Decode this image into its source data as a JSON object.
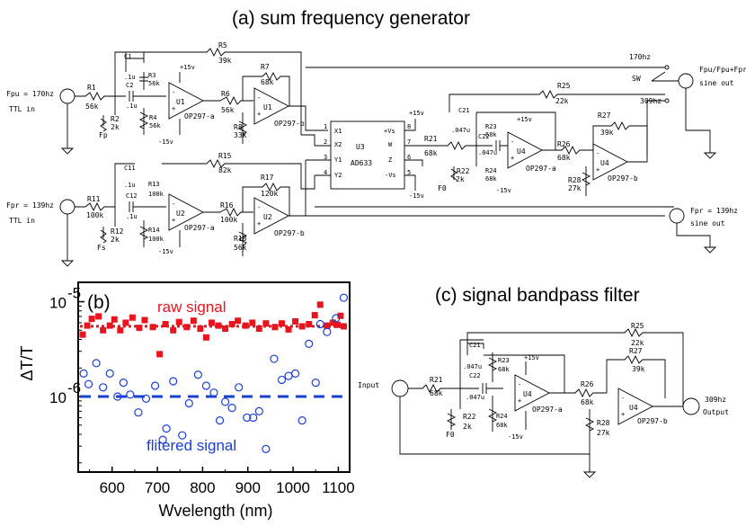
{
  "figure": {
    "title_a": "(a) sum frequency generator",
    "title_c": "(c) signal bandpass filter",
    "panel_b_label": "(b)"
  },
  "circuit_a": {
    "in1_label": "Fpu = 170hz",
    "in1_sub": "TTL in",
    "in2_label": "Fpr = 139hz",
    "in2_sub": "TTL in",
    "fp": "Fp",
    "fs": "Fs",
    "f0": "F0",
    "sw": "SW",
    "out_170": "170hz",
    "out_309": "309hz",
    "out_139": "139hz",
    "sine_out_top": "Fpu/Fpu+Fpr",
    "sine_out_top2": "sine out",
    "sine_out_bot": "Fpr = 139hz",
    "sine_out_bot2": "sine out",
    "mult_name": "AD633",
    "mult_ref": "U3",
    "mult_pins": [
      "X1",
      "X2",
      "Y1",
      "Y2",
      "+Vs",
      "W",
      "Z",
      "-Vs"
    ],
    "mult_nums": [
      "1",
      "2",
      "3",
      "4",
      "8",
      "7",
      "6",
      "5"
    ],
    "plus15": "+15v",
    "minus15": "-15v",
    "parts": {
      "R1": [
        "R1",
        "56k"
      ],
      "R2": [
        "R2",
        "2k"
      ],
      "R3": [
        "R3",
        "56k"
      ],
      "R4": [
        "R4",
        "56k"
      ],
      "R5": [
        "R5",
        "39k"
      ],
      "R6": [
        "R6",
        "56k"
      ],
      "R7": [
        "R7",
        "68k"
      ],
      "R8": [
        "R8",
        "33k"
      ],
      "R11": [
        "R11",
        "100k"
      ],
      "R12": [
        "R12",
        "2k"
      ],
      "R13": [
        "R13",
        "100k"
      ],
      "R14": [
        "R14",
        "100k"
      ],
      "R15": [
        "R15",
        "82k"
      ],
      "R16": [
        "R16",
        "100k"
      ],
      "R17": [
        "R17",
        "120k"
      ],
      "R18": [
        "R18",
        "56k"
      ],
      "R21": [
        "R21",
        "68k"
      ],
      "R22": [
        "R22",
        "2k"
      ],
      "R23": [
        "R23",
        "68k"
      ],
      "R24": [
        "R24",
        "68k"
      ],
      "R25": [
        "R25",
        "22k"
      ],
      "R26": [
        "R26",
        "68k"
      ],
      "R27": [
        "R27",
        "39k"
      ],
      "R28": [
        "R28",
        "27k"
      ],
      "C1": [
        "C1",
        ".1u"
      ],
      "C2": [
        "C2",
        ".1u"
      ],
      "C11": [
        "C11",
        ".1u"
      ],
      "C12": [
        "C12",
        ".1u"
      ],
      "C21": [
        "C21",
        ".047u"
      ],
      "C22": [
        "C22",
        ".047u"
      ]
    },
    "opamps": {
      "U1a": [
        "U1",
        "OP297-a"
      ],
      "U1b": [
        "U1",
        "OP297-b"
      ],
      "U2a": [
        "U2",
        "OP297-a"
      ],
      "U2b": [
        "U2",
        "OP297-b"
      ],
      "U4a": [
        "U4",
        "OP297-a"
      ],
      "U4b": [
        "U4",
        "OP297-b"
      ]
    }
  },
  "circuit_c": {
    "input": "Input",
    "output_freq": "309hz",
    "output": "Output",
    "f0": "F0",
    "plus15": "+15v",
    "minus15": "-15v",
    "parts": {
      "R21": [
        "R21",
        "68k"
      ],
      "R22": [
        "R22",
        "2k"
      ],
      "R23": [
        "R23",
        "68k"
      ],
      "R24": [
        "R24",
        "68k"
      ],
      "R25": [
        "R25",
        "22k"
      ],
      "R26": [
        "R26",
        "68k"
      ],
      "R27": [
        "R27",
        "39k"
      ],
      "R28": [
        "R28",
        "27k"
      ],
      "C21": [
        "C21",
        ".047u"
      ],
      "C22": [
        "C22",
        ".047u"
      ]
    },
    "opamps": {
      "U4a": [
        "U4",
        "OP297-a"
      ],
      "U4b": [
        "U4",
        "OP297-b"
      ]
    }
  },
  "chart_data": {
    "type": "scatter",
    "xlabel": "Wvelength (nm)",
    "ylabel": "ΔT/T",
    "xlim": [
      525,
      1125
    ],
    "ylim": [
      1.6e-07,
      1.6e-05
    ],
    "yscale": "log",
    "xticks": [
      600,
      700,
      800,
      900,
      1000,
      1100
    ],
    "yticks": [
      {
        "value": 1e-06,
        "base": "10",
        "exp": "-6"
      },
      {
        "value": 1e-05,
        "base": "10",
        "exp": "-5"
      }
    ],
    "series": [
      {
        "name": "raw signal",
        "color": "#e8141e",
        "marker": "filled-square",
        "reference_level": 5.5e-06,
        "points": [
          [
            535,
            4.5e-06
          ],
          [
            545,
            5.6e-06
          ],
          [
            555,
            6.6e-06
          ],
          [
            570,
            7e-06
          ],
          [
            580,
            5e-06
          ],
          [
            595,
            5.6e-06
          ],
          [
            605,
            6.5e-06
          ],
          [
            618,
            5e-06
          ],
          [
            630,
            6e-06
          ],
          [
            645,
            6.8e-06
          ],
          [
            660,
            5.3e-06
          ],
          [
            672,
            6.4e-06
          ],
          [
            690,
            5.4e-06
          ],
          [
            705,
            2.8e-06
          ],
          [
            718,
            5.8e-06
          ],
          [
            735,
            5e-06
          ],
          [
            748,
            6.1e-06
          ],
          [
            765,
            5.4e-06
          ],
          [
            780,
            6.3e-06
          ],
          [
            795,
            5.2e-06
          ],
          [
            808,
            4.2e-06
          ],
          [
            820,
            6e-06
          ],
          [
            835,
            5.6e-06
          ],
          [
            850,
            5.2e-06
          ],
          [
            865,
            5.8e-06
          ],
          [
            878,
            6.3e-06
          ],
          [
            895,
            5.6e-06
          ],
          [
            910,
            6e-06
          ],
          [
            925,
            5.2e-06
          ],
          [
            940,
            5.9e-06
          ],
          [
            960,
            5.4e-06
          ],
          [
            975,
            5.9e-06
          ],
          [
            990,
            5.1e-06
          ],
          [
            1005,
            6.2e-06
          ],
          [
            1020,
            5.5e-06
          ],
          [
            1035,
            5.8e-06
          ],
          [
            1048,
            7.2e-06
          ],
          [
            1060,
            9.3e-06
          ],
          [
            1075,
            5.6e-06
          ],
          [
            1088,
            6e-06
          ],
          [
            1098,
            5.7e-06
          ],
          [
            1105,
            7.1e-06
          ],
          [
            1112,
            5.5e-06
          ]
        ]
      },
      {
        "name": "flitered signal",
        "color": "#1a3fd6",
        "marker": "open-circle",
        "reference_level": 1e-06,
        "points": [
          [
            537,
            1.75e-06
          ],
          [
            548,
            1.35e-06
          ],
          [
            565,
            2.25e-06
          ],
          [
            580,
            1.25e-06
          ],
          [
            595,
            1.75e-06
          ],
          [
            612,
            1e-06
          ],
          [
            625,
            1.4e-06
          ],
          [
            640,
            1.05e-06
          ],
          [
            658,
            6.8e-07
          ],
          [
            675,
            9.5e-07
          ],
          [
            695,
            1.3e-06
          ],
          [
            712,
            3.5e-07
          ],
          [
            720,
            4.6e-07
          ],
          [
            735,
            1.45e-06
          ],
          [
            755,
            3.9e-07
          ],
          [
            770,
            8.5e-07
          ],
          [
            790,
            1.7e-06
          ],
          [
            808,
            1.3e-06
          ],
          [
            825,
            1.1e-06
          ],
          [
            838,
            5.6e-07
          ],
          [
            850,
            8.8e-07
          ],
          [
            865,
            7.6e-07
          ],
          [
            880,
            1.25e-06
          ],
          [
            898,
            6e-07
          ],
          [
            912,
            6e-07
          ],
          [
            925,
            7e-07
          ],
          [
            940,
            2.8e-07
          ],
          [
            958,
            2.5e-06
          ],
          [
            975,
            1.5e-06
          ],
          [
            990,
            1.65e-06
          ],
          [
            1005,
            1.75e-06
          ],
          [
            1020,
            5.6e-07
          ],
          [
            1035,
            3.6e-06
          ],
          [
            1050,
            1.4e-06
          ],
          [
            1060,
            5.8e-06
          ],
          [
            1075,
            4.8e-06
          ],
          [
            1095,
            6.7e-06
          ],
          [
            1112,
            1.1e-05
          ]
        ]
      }
    ],
    "annotations": [
      "raw signal",
      "flitered signal"
    ],
    "grid": false,
    "legend": "none"
  }
}
